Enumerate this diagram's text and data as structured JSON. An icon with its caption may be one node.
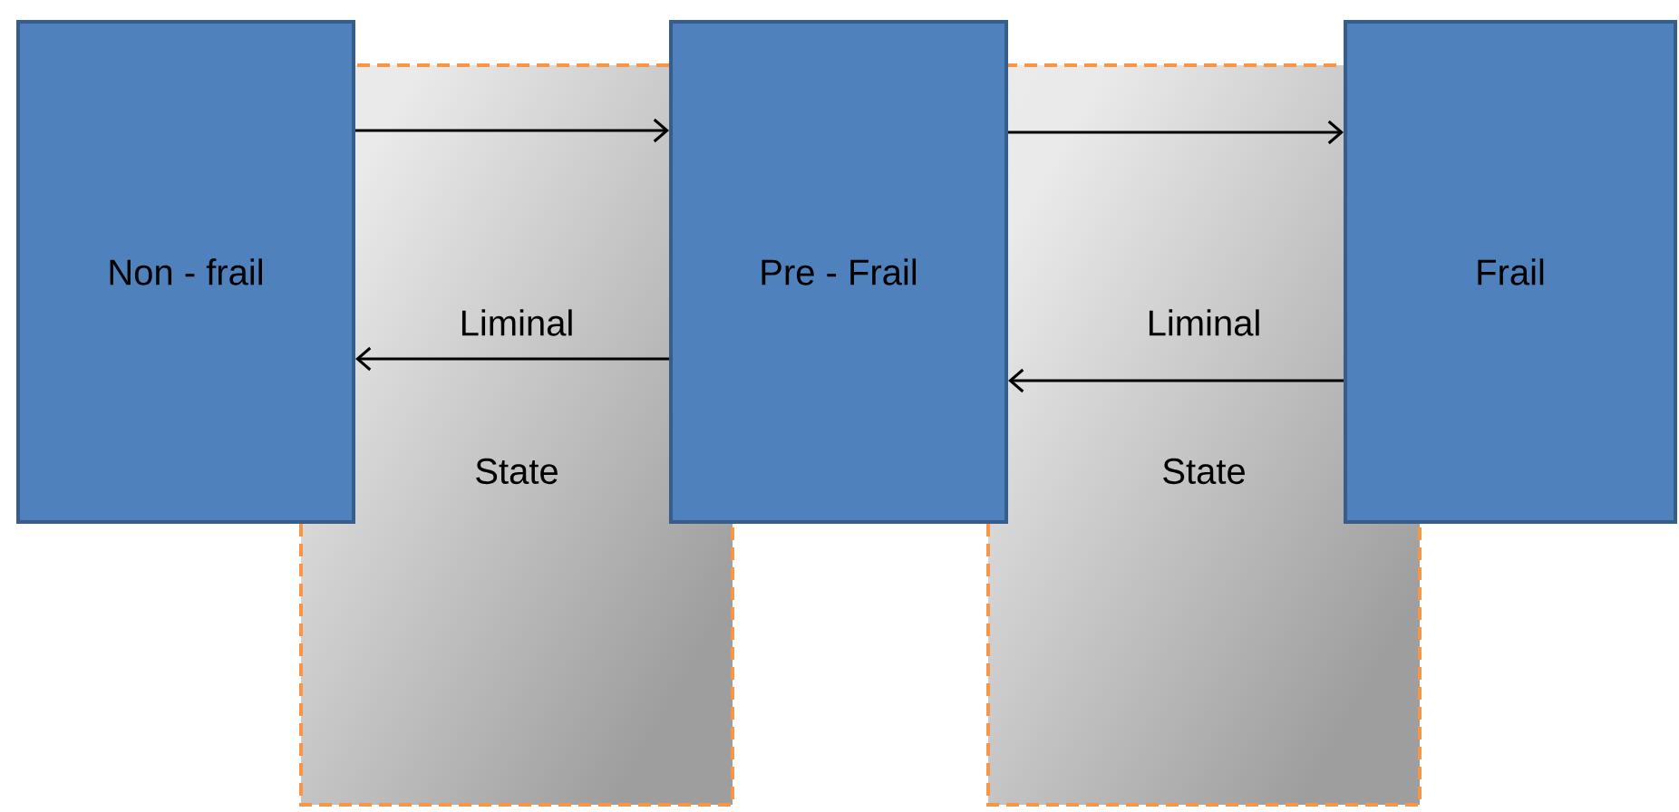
{
  "diagram": {
    "nodes": [
      {
        "text": [
          "Non - frail"
        ]
      },
      {
        "text": [
          "Pre - Frail"
        ]
      },
      {
        "text": [
          "Frail"
        ]
      }
    ],
    "edges": [
      {
        "from": 0,
        "to": 1,
        "arrow": "to"
      },
      {
        "from": 1,
        "to": 0,
        "arrow": "to"
      },
      {
        "from": 1,
        "to": 2,
        "arrow": "to"
      },
      {
        "from": 2,
        "to": 1,
        "arrow": "to"
      }
    ],
    "labels": [
      "Liminal",
      "Liminal",
      "State",
      "State"
    ]
  }
}
